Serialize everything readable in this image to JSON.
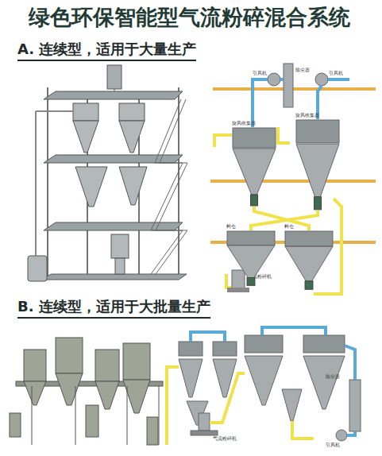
{
  "diagram": {
    "title": "绿色环保智能型气流粉碎混合系统",
    "nodes": [
      {
        "text": [
          "旋风收集器"
        ]
      },
      {
        "text": [
          "旋风收集器"
        ]
      },
      {
        "text": [
          "料仓"
        ]
      },
      {
        "text": [
          "料仓"
        ]
      }
    ],
    "edges": [
      {
        "from": 0,
        "to": 3,
        "arrow": "none"
      },
      {
        "from": 1,
        "to": 2,
        "arrow": "none"
      }
    ],
    "labels": [
      "A. 连续型，适用于大量生产",
      "B. 连续型，适用于大批量生产",
      "除尘器",
      "引风机",
      "引风机",
      "气流粉碎机",
      "除尘器",
      "引风机",
      "气流粉碎机"
    ]
  }
}
